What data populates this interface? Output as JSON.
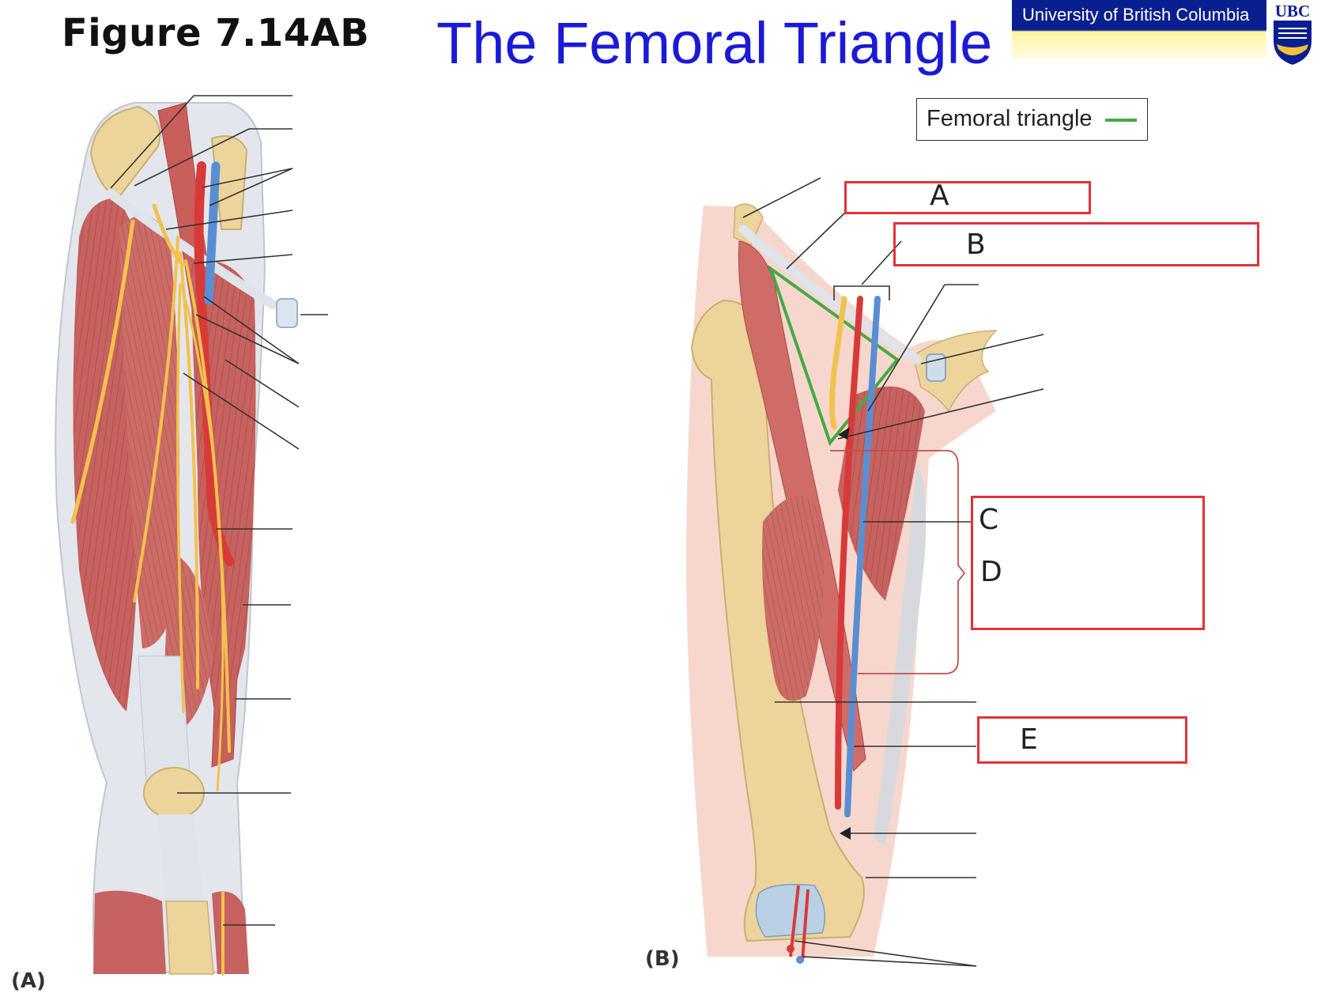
{
  "header": {
    "figure_label": "Figure 7.14AB",
    "title": "The Femoral Triangle",
    "university": "University of British Columbia",
    "logo_text": "UBC"
  },
  "legend": {
    "label": "Femoral triangle",
    "swatch_color": "#44aa44"
  },
  "panels": {
    "a_label": "(A)",
    "b_label": "(B)"
  },
  "answer_boxes": {
    "a": "A",
    "b": "B",
    "c": "C",
    "d": "D",
    "e": "E"
  },
  "colors": {
    "muscle": "#c6625f",
    "bone": "#ecd49b",
    "nerve": "#f2c24e",
    "artery": "#d83a3a",
    "vein": "#5a8ed4",
    "tendon": "#dfe3ea",
    "box_outline": "#e2323a",
    "title": "#1a1ad6",
    "banner": "#0a1f8f"
  },
  "icons": {
    "logo": "ubc-crest-icon"
  }
}
